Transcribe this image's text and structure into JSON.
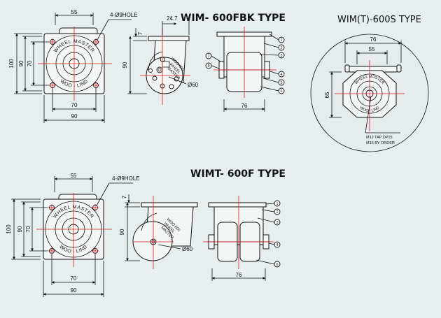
{
  "titles": {
    "fbk": "WIM- 600FBK TYPE",
    "s": "WIM(T)-600S TYPE",
    "f": "WIMT- 600F TYPE"
  },
  "dims": {
    "d55": "55",
    "d70": "70",
    "d90": "90",
    "d100": "100",
    "d76": "76",
    "d7": "7",
    "d24_7": "24.7",
    "d65": "65",
    "phi60": "Ø60",
    "hole": "4-Ø9HOLE"
  },
  "wheel_text": {
    "top": "WHEEL MASTER",
    "bottom": "WOO - LIND"
  },
  "side_label": {
    "line1": "WHEEL",
    "line2": "MASTER",
    "code": "WOO-600"
  },
  "callouts": [
    "1",
    "2",
    "3",
    "4",
    "5",
    "6",
    "7",
    "8"
  ],
  "notes": {
    "tap": "M12 TAP DP15",
    "order": "M16 BY ORDER"
  }
}
